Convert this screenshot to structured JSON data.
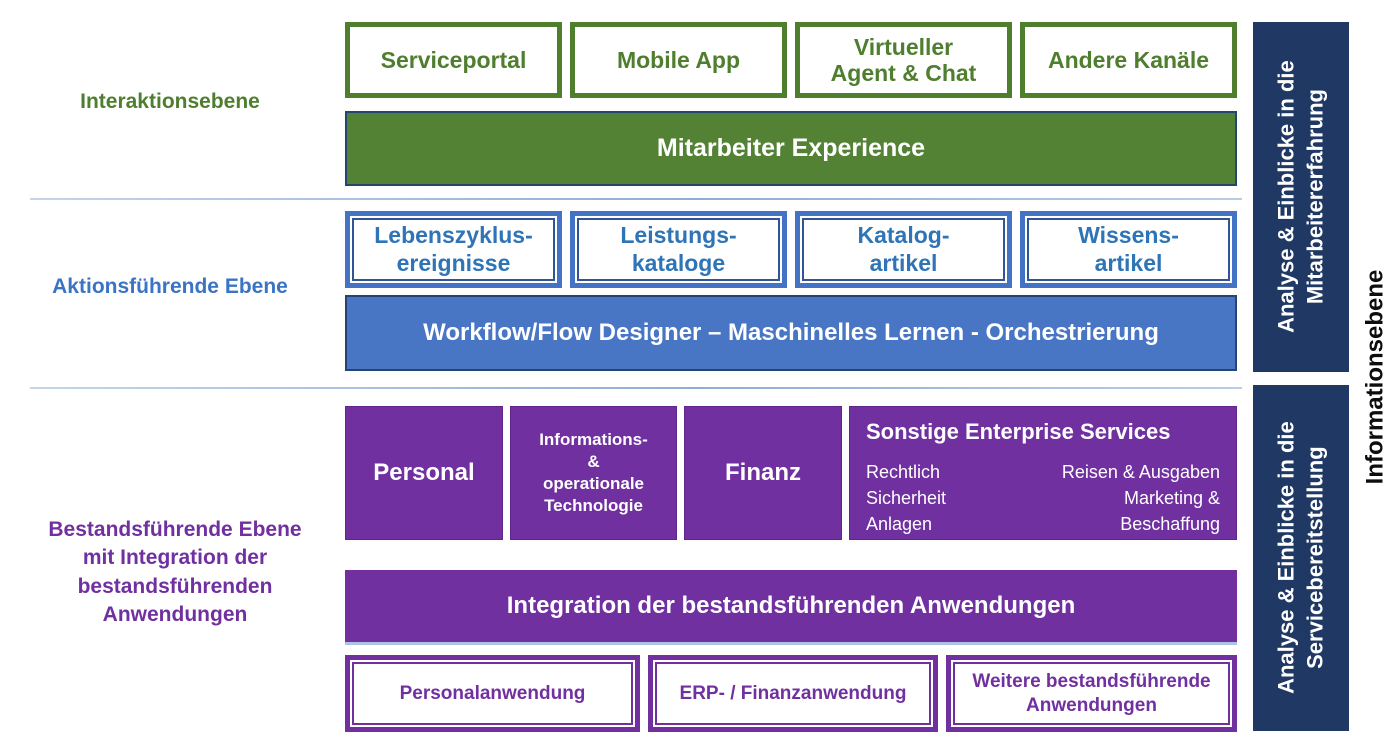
{
  "layers": {
    "interaction": {
      "label": "Interaktionsebene",
      "channels": [
        "Serviceportal",
        "Mobile App",
        "Virtueller\nAgent & Chat",
        "Andere Kanäle"
      ],
      "bar": "Mitarbeiter Experience"
    },
    "action": {
      "label": "Aktionsführende Ebene",
      "items": [
        "Lebenszyklus-\nereignisse",
        "Leistungs-\nkataloge",
        "Katalog-\nartikel",
        "Wissens-\nartikel"
      ],
      "bar": "Workflow/Flow Designer – Maschinelles Lernen - Orchestrierung"
    },
    "inventory": {
      "label": "Bestandsführende Ebene\nmit Integration der\nbestandsführenden\nAnwendungen",
      "domains": [
        "Personal",
        "Informations-\n&\noperationale\nTechnologie",
        "Finanz"
      ],
      "enterprise": {
        "title": "Sonstige Enterprise Services",
        "left_items": [
          "Rechtlich",
          "Sicherheit",
          "Anlagen"
        ],
        "right_items": [
          "Reisen & Ausgaben",
          "Marketing &",
          "Beschaffung"
        ]
      },
      "bar": "Integration der bestandsführenden Anwendungen",
      "applications": [
        "Personalanwendung",
        "ERP- / Finanzanwendung",
        "Weitere bestandsführende\nAnwendungen"
      ]
    }
  },
  "right": {
    "top_bar": "Analyse & Einblicke in die\nMitarbeitererfahrung",
    "bottom_bar": "Analyse & Einblicke in die\nServicebereitstellung",
    "axis_label": "Informationsebene"
  },
  "colors": {
    "green": "#4e7e2e",
    "green_bar": "#548235",
    "blue_border": "#4472c4",
    "blue_dark": "#2f5597",
    "blue_text": "#2e74b6",
    "blue_bar": "#4876c5",
    "purple": "#7030a0",
    "navy": "#1f3864",
    "separator": "#a7c0dd"
  }
}
